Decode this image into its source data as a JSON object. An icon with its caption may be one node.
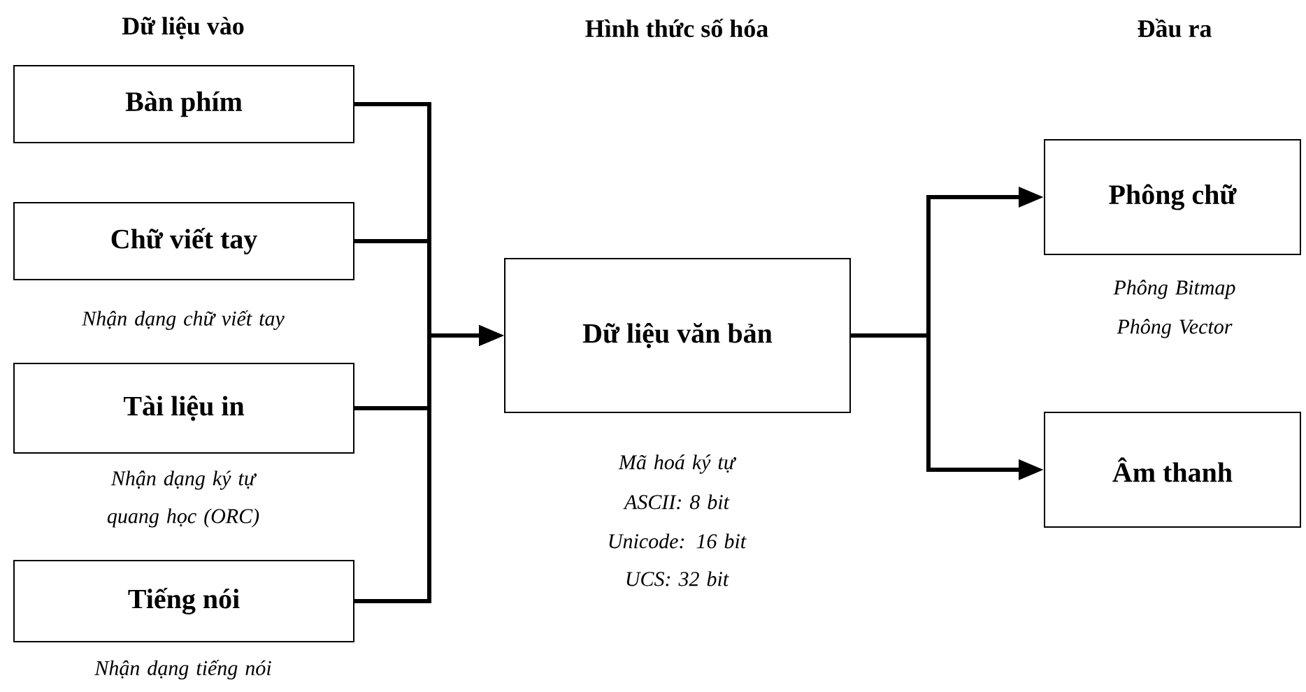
{
  "diagram": {
    "nodes": [
      {
        "text": [
          "Bàn phím"
        ]
      },
      {
        "text": [
          "Chữ viết tay"
        ],
        "beside": [
          "Nhận dạng chữ viết tay"
        ]
      },
      {
        "text": [
          "Tài liệu in"
        ],
        "beside": [
          "Nhận dạng ký tự quang học (ORC)"
        ]
      },
      {
        "text": [
          "Tiếng nói"
        ],
        "beside": [
          "Nhận dạng tiếng nói"
        ]
      },
      {
        "text": [
          "Dữ liệu văn bản"
        ],
        "beside": [
          "Mã hoá ký tự",
          "ASCII: 8 bit",
          "Unicode: 16 bit",
          "UCS: 32 bit"
        ]
      },
      {
        "text": [
          "Phông chữ"
        ],
        "beside": [
          "Phông Bitmap",
          "Phông Vector"
        ]
      },
      {
        "text": [
          "Âm thanh"
        ]
      }
    ],
    "edges": [
      {
        "from": 0,
        "to": 4,
        "arrow": "to"
      },
      {
        "from": 1,
        "to": 4,
        "arrow": "to"
      },
      {
        "from": 2,
        "to": 4,
        "arrow": "to"
      },
      {
        "from": 3,
        "to": 4,
        "arrow": "to"
      },
      {
        "from": 4,
        "to": 5,
        "arrow": "to"
      },
      {
        "from": 4,
        "to": 6,
        "arrow": "to"
      }
    ],
    "labels": [
      "Dữ liệu vào",
      "Hình thức số hóa",
      "Đầu ra"
    ]
  }
}
